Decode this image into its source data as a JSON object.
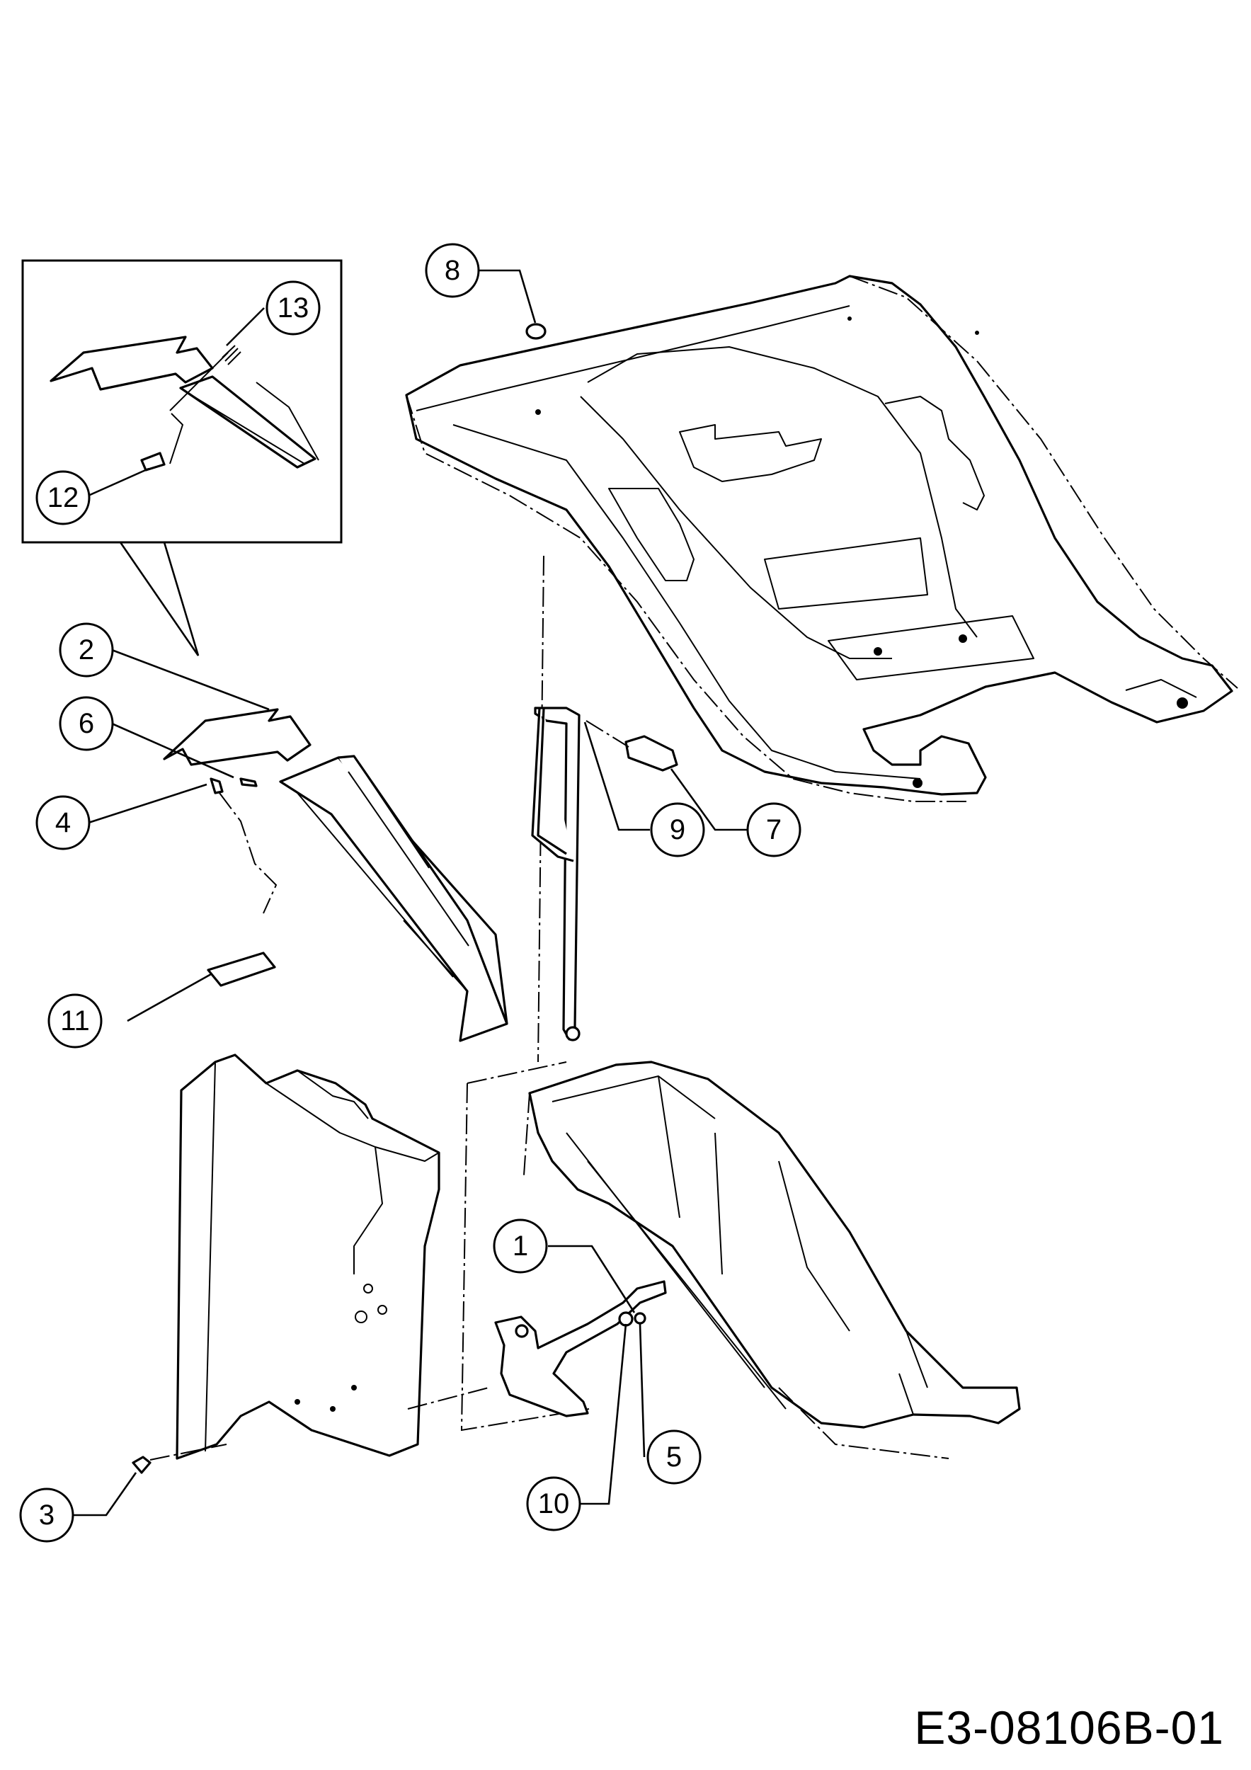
{
  "drawing_number": "E3-08106B-01",
  "callouts": [
    {
      "id": "callout-1",
      "label": "1"
    },
    {
      "id": "callout-2",
      "label": "2"
    },
    {
      "id": "callout-3",
      "label": "3"
    },
    {
      "id": "callout-4",
      "label": "4"
    },
    {
      "id": "callout-5",
      "label": "5"
    },
    {
      "id": "callout-6",
      "label": "6"
    },
    {
      "id": "callout-7",
      "label": "7"
    },
    {
      "id": "callout-8",
      "label": "8"
    },
    {
      "id": "callout-9",
      "label": "9"
    },
    {
      "id": "callout-10",
      "label": "10"
    },
    {
      "id": "callout-11",
      "label": "11"
    },
    {
      "id": "callout-12",
      "label": "12"
    },
    {
      "id": "callout-13",
      "label": "13"
    }
  ],
  "colors": {
    "line": "#000000",
    "background": "#ffffff"
  }
}
